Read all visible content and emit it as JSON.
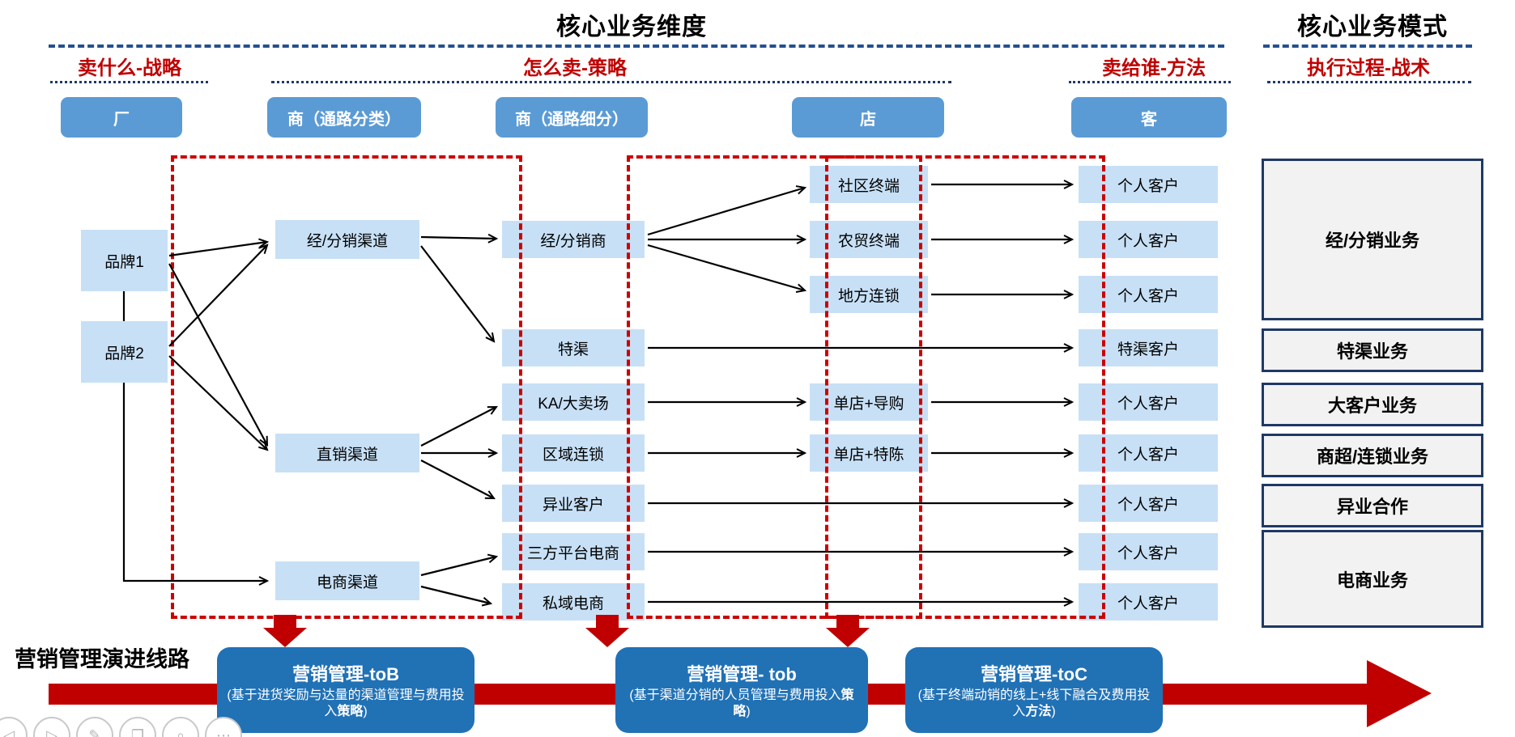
{
  "titles": {
    "main": "核心业务维度",
    "right": "核心业务模式"
  },
  "section_labels": {
    "what": "卖什么-战略",
    "how": "怎么卖-策略",
    "whom": "卖给谁-方法",
    "exec": "执行过程-战术"
  },
  "column_headers": {
    "factory": "厂",
    "dealer_class": "商（通路分类）",
    "dealer_sub": "商（通路细分）",
    "store": "店",
    "customer": "客"
  },
  "brands": [
    "品牌1",
    "品牌2"
  ],
  "channels": [
    "经/分销渠道",
    "直销渠道",
    "电商渠道"
  ],
  "sub_channels": [
    "经/分销商",
    "特渠",
    "KA/大卖场",
    "区域连锁",
    "异业客户",
    "三方平台电商",
    "私域电商"
  ],
  "stores": [
    "社区终端",
    "农贸终端",
    "地方连锁",
    "单店+导购",
    "单店+特陈"
  ],
  "customers": [
    "个人客户",
    "个人客户",
    "个人客户",
    "特渠客户",
    "个人客户",
    "个人客户",
    "个人客户",
    "个人客户",
    "个人客户"
  ],
  "business_modes": [
    "经/分销业务",
    "特渠业务",
    "大客户业务",
    "商超/连锁业务",
    "异业合作",
    "电商业务"
  ],
  "evolution": {
    "label": "营销管理演进线路",
    "stages": [
      {
        "title": "营销管理-toB",
        "desc_prefix": "(基于进货奖励与达量的渠道管理与费用投入",
        "desc_bold": "策略",
        "desc_suffix": ")"
      },
      {
        "title": "营销管理- tob",
        "desc_prefix": "(基于渠道分销的人员管理与费用投入",
        "desc_bold": "策略",
        "desc_suffix": ")"
      },
      {
        "title": "营销管理-toC",
        "desc_prefix": "(基于终端动销的线上+线下融合及费用投入",
        "desc_bold": "方法",
        "desc_suffix": ")"
      }
    ]
  },
  "toolbar": {
    "icons": [
      {
        "name": "previous",
        "glyph": "◁"
      },
      {
        "name": "next",
        "glyph": "▷"
      },
      {
        "name": "pen",
        "glyph": "✎"
      },
      {
        "name": "slides",
        "glyph": "❐"
      },
      {
        "name": "zoom",
        "glyph": "⌕"
      },
      {
        "name": "more",
        "glyph": "⋯"
      }
    ]
  },
  "colors": {
    "header_blue": "#5b9bd5",
    "node_blue": "#c7e0f6",
    "accent_red": "#c00000",
    "dashed_red": "#cc0000",
    "navy": "#1f3864",
    "stage_blue": "#2171b5",
    "mode_gray": "#f2f2f2"
  }
}
